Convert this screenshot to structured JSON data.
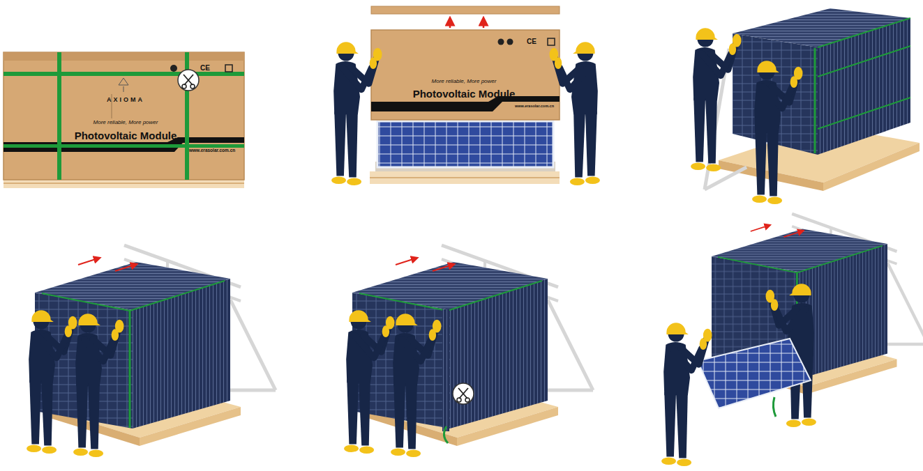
{
  "diagram": {
    "nodes": [
      {
        "text": [
          "AXIOMA",
          "More reliable, More power",
          "Photovoltaic Module",
          "www.erasolar.com.cn"
        ]
      },
      {
        "text": [
          "More reliable, More power",
          "Photovoltaic Module",
          "www.erasolar.com.cn"
        ]
      }
    ],
    "labels": [
      "CE",
      "CE"
    ]
  }
}
